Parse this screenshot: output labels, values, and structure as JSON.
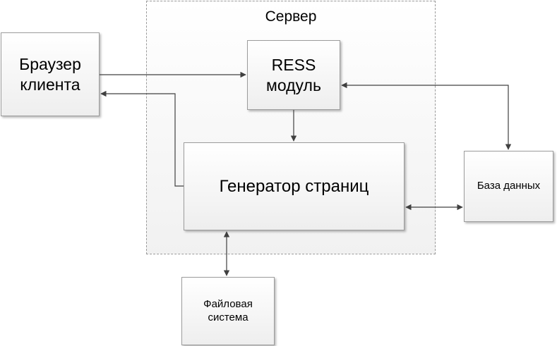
{
  "server": {
    "title": "Сервер"
  },
  "nodes": {
    "browser": "Браузер\nклиента",
    "ress": "RESS\nмодуль",
    "generator": "Генератор страниц",
    "database": "База данных",
    "filesystem": "Файловая\nсистема"
  }
}
